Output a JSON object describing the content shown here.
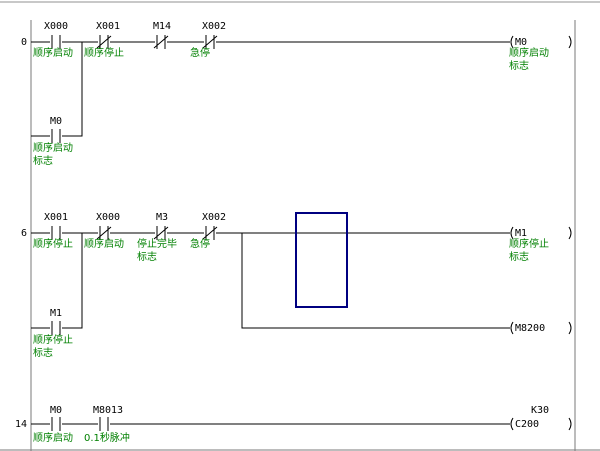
{
  "colors": {
    "background": "#ffffff",
    "wire": "#000000",
    "comment": "#008000",
    "cursor": "#000080",
    "rail": "#7a7a7a"
  },
  "rungs": [
    {
      "step": "0",
      "contacts": [
        {
          "device": "X000",
          "type": "no",
          "comment": [
            "顺序启动"
          ]
        },
        {
          "device": "X001",
          "type": "nc",
          "comment": [
            "顺序停止"
          ]
        },
        {
          "device": "M14",
          "type": "nc",
          "comment": []
        },
        {
          "device": "X002",
          "type": "nc",
          "comment": [
            "急停"
          ]
        }
      ],
      "branch": {
        "device": "M0",
        "type": "no",
        "comment": [
          "顺序启动",
          "标志"
        ]
      },
      "coils": [
        {
          "device": "M0",
          "comment": [
            "顺序启动",
            "标志"
          ]
        }
      ]
    },
    {
      "step": "6",
      "contacts": [
        {
          "device": "X001",
          "type": "no",
          "comment": [
            "顺序停止"
          ]
        },
        {
          "device": "X000",
          "type": "nc",
          "comment": [
            "顺序启动"
          ]
        },
        {
          "device": "M3",
          "type": "nc",
          "comment": [
            "停止完毕",
            "标志"
          ]
        },
        {
          "device": "X002",
          "type": "nc",
          "comment": [
            "急停"
          ]
        }
      ],
      "branch": {
        "device": "M1",
        "type": "no",
        "comment": [
          "顺序停止",
          "标志"
        ]
      },
      "coils": [
        {
          "device": "M1",
          "comment": [
            "顺序停止",
            "标志"
          ]
        },
        {
          "device": "M8200",
          "comment": []
        }
      ]
    },
    {
      "step": "14",
      "contacts": [
        {
          "device": "M0",
          "type": "no",
          "comment": [
            "顺序启动"
          ]
        },
        {
          "device": "M8013",
          "type": "no",
          "comment": [
            "0.1秒脉冲"
          ]
        }
      ],
      "coils": [
        {
          "device": "C200",
          "setting": "K30",
          "comment": []
        }
      ]
    }
  ]
}
